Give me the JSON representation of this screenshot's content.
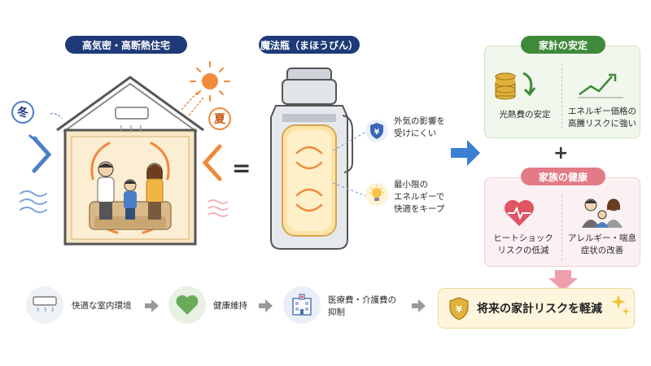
{
  "left_title": "高気密・高断熱住宅",
  "middle_title": "魔法瓶（まほうびん）",
  "badges": {
    "winter": "冬",
    "summer": "夏"
  },
  "equals": "=",
  "flask_points": [
    {
      "icon": "shield-yen-icon",
      "text_line1": "外気の影響を",
      "text_line2": "受けにくい"
    },
    {
      "icon": "lightbulb-icon",
      "text_line1": "最小限の",
      "text_line2": "エネルギーで",
      "text_line3": "快適をキープ"
    }
  ],
  "household_panel": {
    "title": "家計の安定",
    "item1": {
      "icon": "coins-icon",
      "line1": "光熱費の安定"
    },
    "item2": {
      "icon": "rising-chart-icon",
      "line1": "エネルギー価格の",
      "line2": "高騰リスクに強い"
    }
  },
  "plus": "+",
  "health_panel": {
    "title": "家族の健康",
    "item1": {
      "icon": "heart-pulse-icon",
      "line1": "ヒートショック",
      "line2": "リスクの低減"
    },
    "item2": {
      "icon": "family-icon",
      "line1": "アレルギー・喘息",
      "line2": "症状の改善"
    }
  },
  "bottom_flow": [
    {
      "icon": "air-conditioner-icon",
      "text": "快適な室内環境"
    },
    {
      "icon": "heart-icon",
      "text": "健康維持"
    },
    {
      "icon": "hospital-icon",
      "text_line1": "医療費・介護費の",
      "text_line2": "抑制"
    }
  ],
  "goal": {
    "text": "将来の家計リスクを軽減"
  },
  "colors": {
    "navy": "#1e3a78",
    "green": "#3f8a3a",
    "pink": "#e27b86",
    "warm": "#f08a3c",
    "cold": "#4a7fc8",
    "gold": "#e0b23c"
  }
}
